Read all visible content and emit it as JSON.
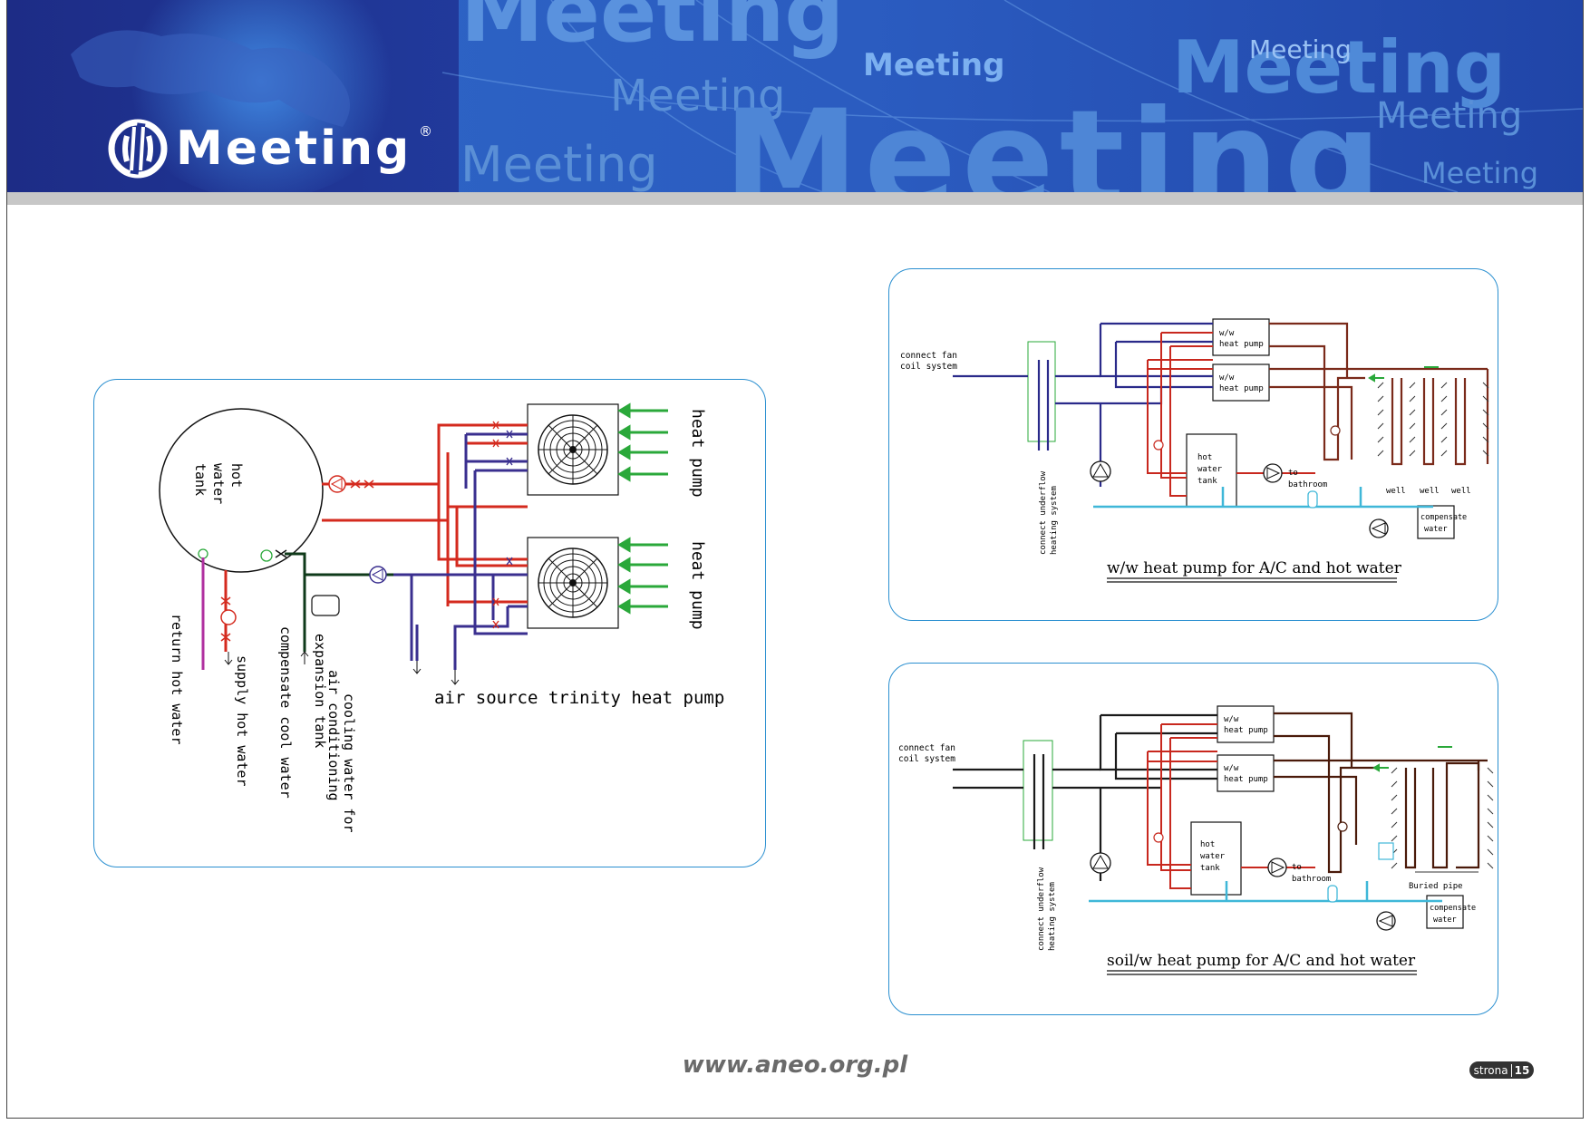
{
  "header": {
    "brand": "Meeting",
    "registered_mark": "®",
    "watermarks": [
      "Meeting",
      "Meeting",
      "Meeting",
      "Meeting",
      "Meeting",
      "Meeting",
      "Meeting",
      "Meeting",
      "Meeting"
    ],
    "colors": {
      "banner": "#213a9c",
      "panel": "#2e66c8"
    }
  },
  "diagram_air": {
    "title": "air source trinity heat pump",
    "tank": [
      "hot",
      "water",
      "tank"
    ],
    "heat_pump_1": "heat pump",
    "heat_pump_2": "heat pump",
    "return_hot_water": "return hot water",
    "supply_hot_water": "supply hot water",
    "compensate_cool_water": "compensate cool water",
    "expansion_tank": "expansion tank",
    "air_conditioning": "air conditioning",
    "cooling_water_for": "cooling water for"
  },
  "diagram_ww": {
    "title": "w/w heat pump for A/C and hot water",
    "connect_fan": "connect fan",
    "coil_system": "coil system",
    "unit_1": [
      "w/w",
      "heat pump"
    ],
    "unit_2": [
      "w/w",
      "heat pump"
    ],
    "tank": [
      "hot",
      "water",
      "tank"
    ],
    "to": "to",
    "bathroom": "bathroom",
    "wells": [
      "well",
      "well",
      "well"
    ],
    "compensate": "compensate",
    "water": "water",
    "underfloor_1": "connect underflow",
    "underfloor_2": "heating system"
  },
  "diagram_soil": {
    "title": "soil/w heat pump for A/C and hot water",
    "connect_fan": "connect fan",
    "coil_system": "coil system",
    "unit_1": [
      "w/w",
      "heat pump"
    ],
    "unit_2": [
      "w/w",
      "heat pump"
    ],
    "tank": [
      "hot",
      "water",
      "tank"
    ],
    "to": "to",
    "bathroom": "bathroom",
    "buried_pipe": "Buried pipe",
    "compensate": "compensate",
    "water": "water",
    "underfloor_1": "connect underflow",
    "underfloor_2": "heating system"
  },
  "footer": {
    "url": "www.aneo.org.pl",
    "page_label": "strona",
    "page_number": "15"
  },
  "colors": {
    "hot": "#d42a1e",
    "cold": "#3a2f8f",
    "green": "#2aa83a",
    "cyan": "#3fb7d8",
    "brown": "#7a2a1a",
    "magenta": "#b030a0"
  }
}
